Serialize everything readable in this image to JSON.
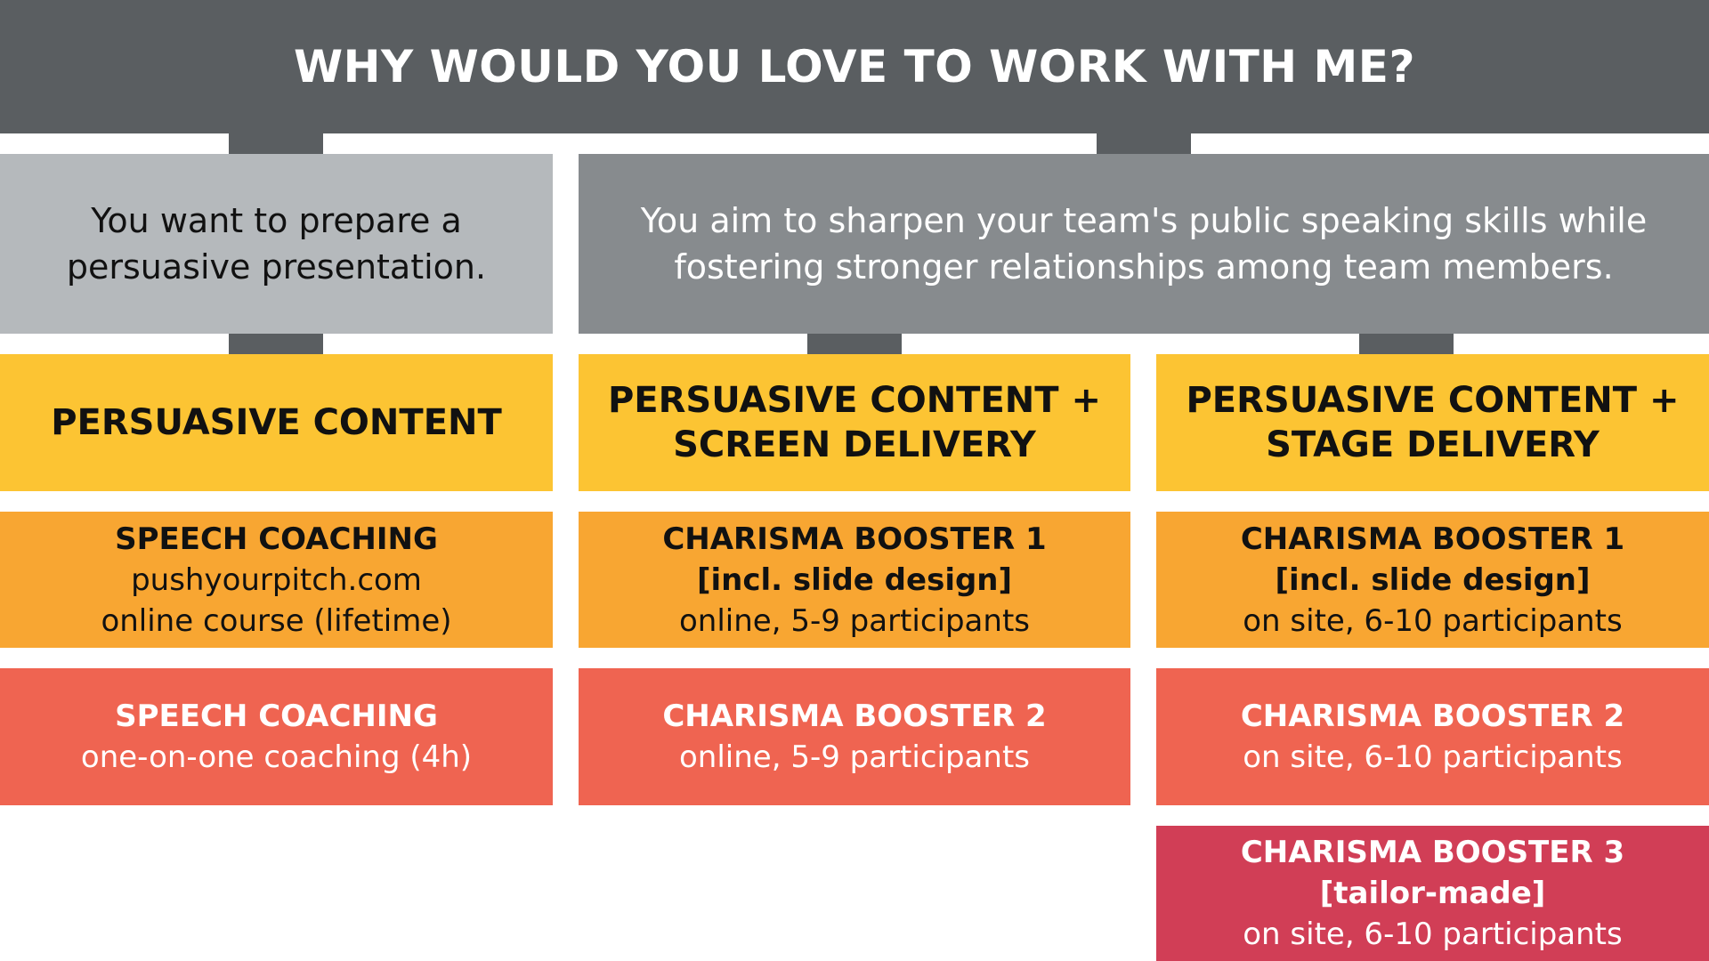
{
  "header": {
    "title": "WHY WOULD YOU LOVE TO WORK WITH ME?"
  },
  "needs": {
    "left": {
      "line1": "You want to prepare a",
      "line2": "persuasive presentation."
    },
    "right": {
      "line1": "You aim to sharpen your team's public speaking skills while",
      "line2": "fostering stronger relationships among team members."
    }
  },
  "columns": [
    {
      "category": {
        "line1": "PERSUASIVE CONTENT"
      },
      "tier1": {
        "title": "SPEECH COACHING",
        "line2": "pushyourpitch.com",
        "line3": "online course (lifetime)"
      },
      "tier2": {
        "title": "SPEECH COACHING",
        "line2": "one-on-one coaching (4h)"
      }
    },
    {
      "category": {
        "line1": "PERSUASIVE CONTENT +",
        "line2": "SCREEN DELIVERY"
      },
      "tier1": {
        "title": "CHARISMA BOOSTER 1",
        "line2": "[incl. slide design]",
        "line3": "online, 5-9 participants"
      },
      "tier2": {
        "title": "CHARISMA BOOSTER 2",
        "line2": "online, 5-9 participants"
      }
    },
    {
      "category": {
        "line1": "PERSUASIVE CONTENT +",
        "line2": "STAGE DELIVERY"
      },
      "tier1": {
        "title": "CHARISMA BOOSTER 1",
        "line2": "[incl. slide design]",
        "line3": "on site, 6-10 participants"
      },
      "tier2": {
        "title": "CHARISMA BOOSTER 2",
        "line2": "on site, 6-10 participants"
      },
      "tier3": {
        "title": "CHARISMA BOOSTER 3",
        "line2": "[tailor-made]",
        "line3": "on site, 6-10 participants"
      }
    }
  ],
  "colors": {
    "header": "#5a5e61",
    "need_left": "#b5b9bc",
    "need_right": "#878b8e",
    "category": "#fcc433",
    "tier1": "#f8a632",
    "tier2": "#ef6451",
    "tier3": "#d13e56"
  }
}
